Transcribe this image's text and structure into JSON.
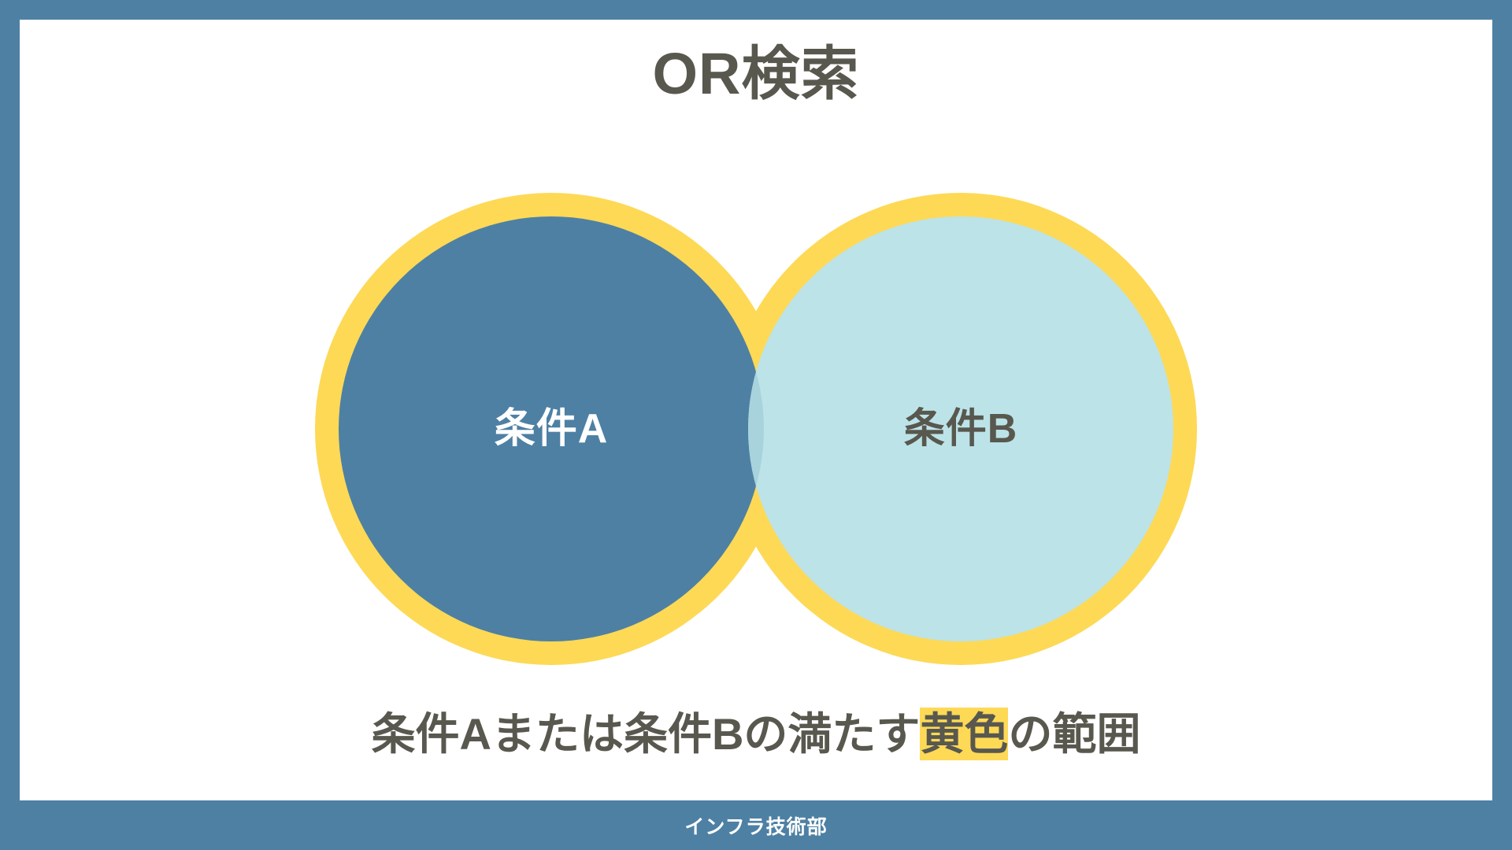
{
  "slide": {
    "title": "OR検索",
    "caption": {
      "before": "条件Aまたは条件Bの満たす",
      "highlight": "黄色",
      "after": "の範囲"
    },
    "footer": "インフラ技術部"
  },
  "diagram": {
    "type": "venn",
    "set_a_label": "条件A",
    "set_b_label": "条件B"
  },
  "colors": {
    "frame_blue": "#4E80A4",
    "circle_a_fill": "#4E80A4",
    "circle_b_fill": "#BCE3E8",
    "ring_yellow": "#FDD956",
    "overlap": "#A8D3DC",
    "text_dark": "#58584F",
    "text_light": "#FFFFFF",
    "canvas": "#FFFFFF"
  }
}
